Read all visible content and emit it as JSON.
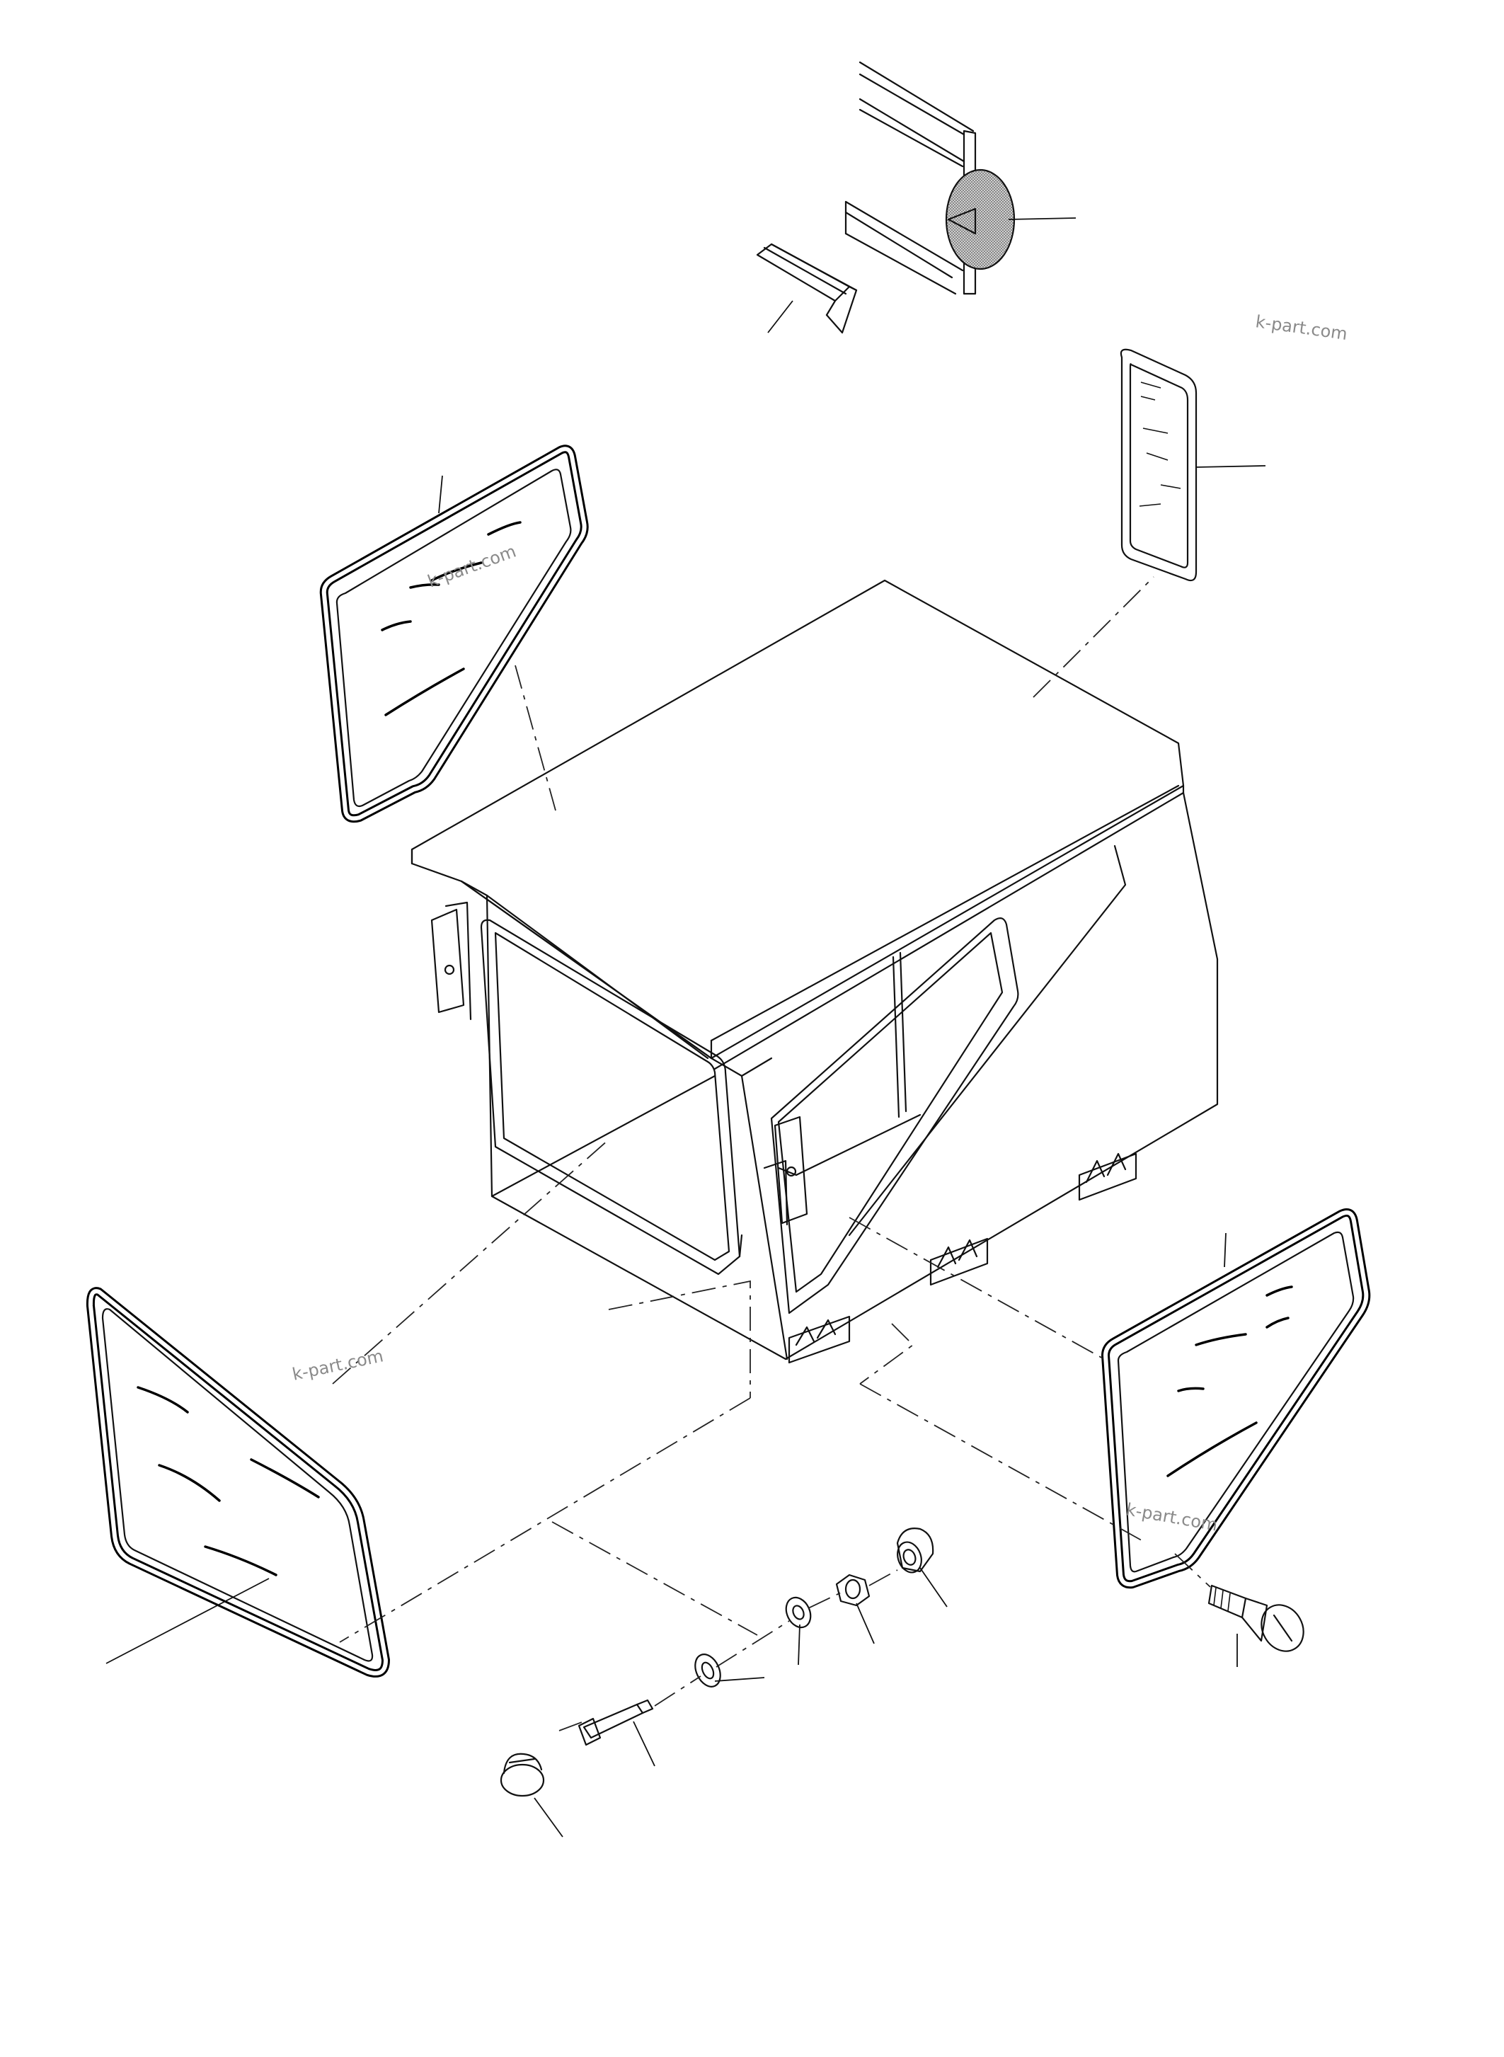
{
  "drawing": {
    "type": "exploded parts diagram",
    "subject": "operator cab with glazing, seals and mounting hardware"
  },
  "watermarks": [
    {
      "text": "k-part.com"
    },
    {
      "text": "k-part.com"
    },
    {
      "text": "k-part.com"
    },
    {
      "text": "k-part.com"
    }
  ],
  "colors": {
    "line": "#111111",
    "background": "#ffffff",
    "watermark": "#8a8a8a",
    "seal_fill": "#bbbbbb"
  }
}
